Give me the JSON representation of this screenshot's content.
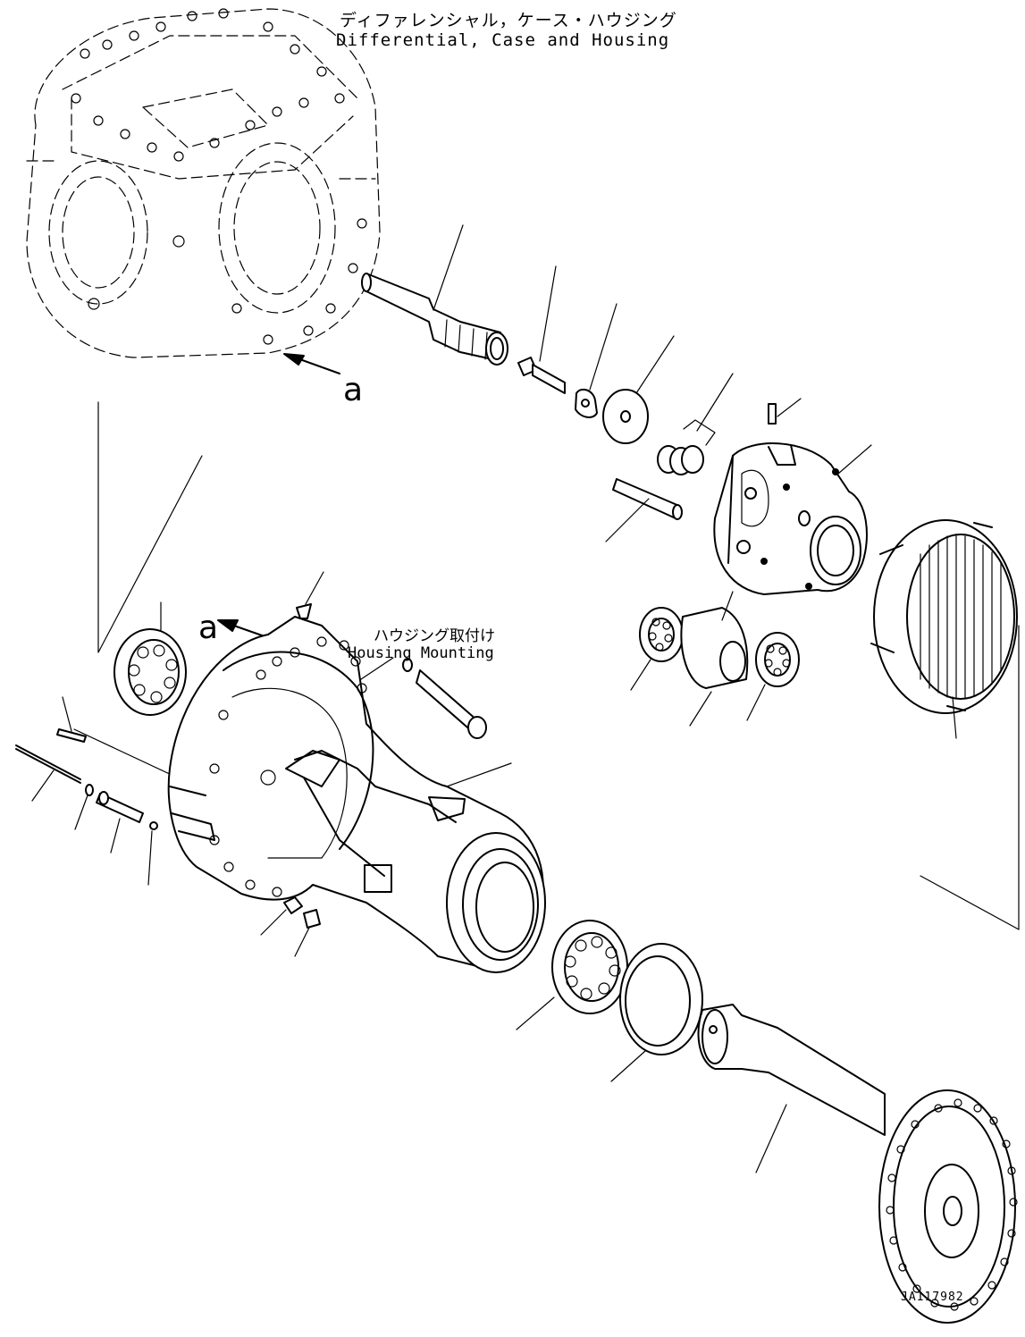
{
  "title": {
    "japanese": "ディファレンシャル，ケース・ハウジング",
    "english": "Differential, Case and Housing"
  },
  "mounting_label": {
    "japanese": "ハウジング取付け",
    "english": "Housing Mounting"
  },
  "view_reference": {
    "upper": "a",
    "lower": "a"
  },
  "drawing_code": "JA117982"
}
